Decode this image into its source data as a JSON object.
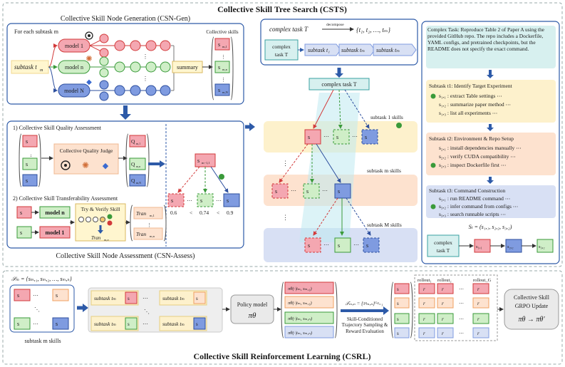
{
  "title": "Collective Skill Tree Search (CSTS)",
  "csl_title": "Collective Skill Reinforcement Learning (CSRL)",
  "gen": {
    "title": "Collective Skill Node Generation (CSN-Gen)",
    "for_each": "For each subtask m",
    "subtask": "subtask t",
    "subtask_sub": "m",
    "models": [
      "model 1",
      "model n",
      "model N"
    ],
    "summary": "summary",
    "skills_title": "Collective skills",
    "skills": [
      "s",
      "s",
      "s"
    ],
    "skills_sub": [
      "m,1",
      "m,n",
      "m,N"
    ]
  },
  "assess": {
    "title": "Collective Skill Node Assessment (CSN-Assess)",
    "q_title": "1) Collective Skill Quality Assessment",
    "judge": "Collective Quality Judge",
    "q_labels": [
      "Q",
      "Q",
      "Q"
    ],
    "q_subs": [
      "m,1",
      "m,n",
      "m,N"
    ],
    "t_title": "2) Collective Skill Transferability Assessment",
    "try_verify": "Try & Verify Skill",
    "tran": "Tran",
    "tran_sub": "m,n",
    "model_n": "model n",
    "model_1": "model 1",
    "tran_labels": [
      "Tran",
      "Tran"
    ],
    "tran_subs": [
      "m,1",
      "m,n"
    ],
    "tree_root": "s",
    "tree_root_sub": "m−1,1",
    "tree_vals": [
      "0.6",
      "<",
      "0.74",
      "<",
      "0.9"
    ]
  },
  "tree": {
    "complex_task_top": "complex task T",
    "decompose": "decompose",
    "set_expr": "{t₁, t₂, …, tₘ}",
    "seq": [
      "subtask t₁",
      "subtask tₘ",
      "subtask tₘ"
    ],
    "complex_task_mid": "complex task T",
    "level1": "subtask 1 skills",
    "levelm": "subtask m skills",
    "levelM": "subtask M skills",
    "node_s": "s"
  },
  "example": {
    "task": "Complex Task: Reproduce Table 2 of Paper A using the provided GitHub repo. The repo includes a Dockerfile, YAML configs, and pretrained checkpoints, but the README does not specify the exact command.",
    "sub1_title": "Subtask t1: Identify Target Experiment",
    "sub1": [
      "s₁,₁ : extract Table settings ⋯",
      "s₁,₂ : summarize paper method ⋯",
      "s₁,₃ : list all experiments ⋯"
    ],
    "sub2_title": "Subtask t2: Environment & Repo Setup",
    "sub2": [
      "s₂,₁ : install dependencies manually ⋯",
      "s₂,₂ : verify CUDA compatibility ⋯",
      "s₂,₃ : inspect Dockerfile first ⋯"
    ],
    "sub3_title": "Subtask t3: Command Construction",
    "sub3": [
      "s₃,₁ : run README command ⋯",
      "s₃,₂ : infer command from configs ⋯",
      "s₃,₃ : search runnable scripts ⋯"
    ],
    "st_expr": "Sₜ = (s₁,₁, s₂,₂, s₃,₂)",
    "complex_task": "complex task T",
    "chain": [
      "s₁,₁",
      "s₂,₂",
      "s₃,₂"
    ]
  },
  "rl": {
    "set_def": "𝒮ₘ = {sₘ,₁, sₘ,₂, …, sₘ,ₙ}",
    "skills_label": "subtask m skills",
    "pair_subtask": "subtask tₘ",
    "policy": "Policy model",
    "policy_sym": "πθ",
    "pis": [
      "πθ(·|tₘ, sₘ,₁)",
      "πθ(·|tₘ, sₘ,₁)",
      "πθ(·|tₘ, sₘ,ₙ)",
      "πθ(·|tₘ, sₘ,ₙ)"
    ],
    "tau": "𝒯ₘ,ₙ = {τᵍₘ,ₙ}ᴳᵍ₌₁",
    "traj": "Skill-Conditioned Trajectory Sampling & Reward Evaluation",
    "rollouts": [
      "rollout₁",
      "rollout₂",
      "rollout_G"
    ],
    "update1": "Collective Skill",
    "update2": "GRPO Update",
    "update3": "πθ → πθ′"
  }
}
